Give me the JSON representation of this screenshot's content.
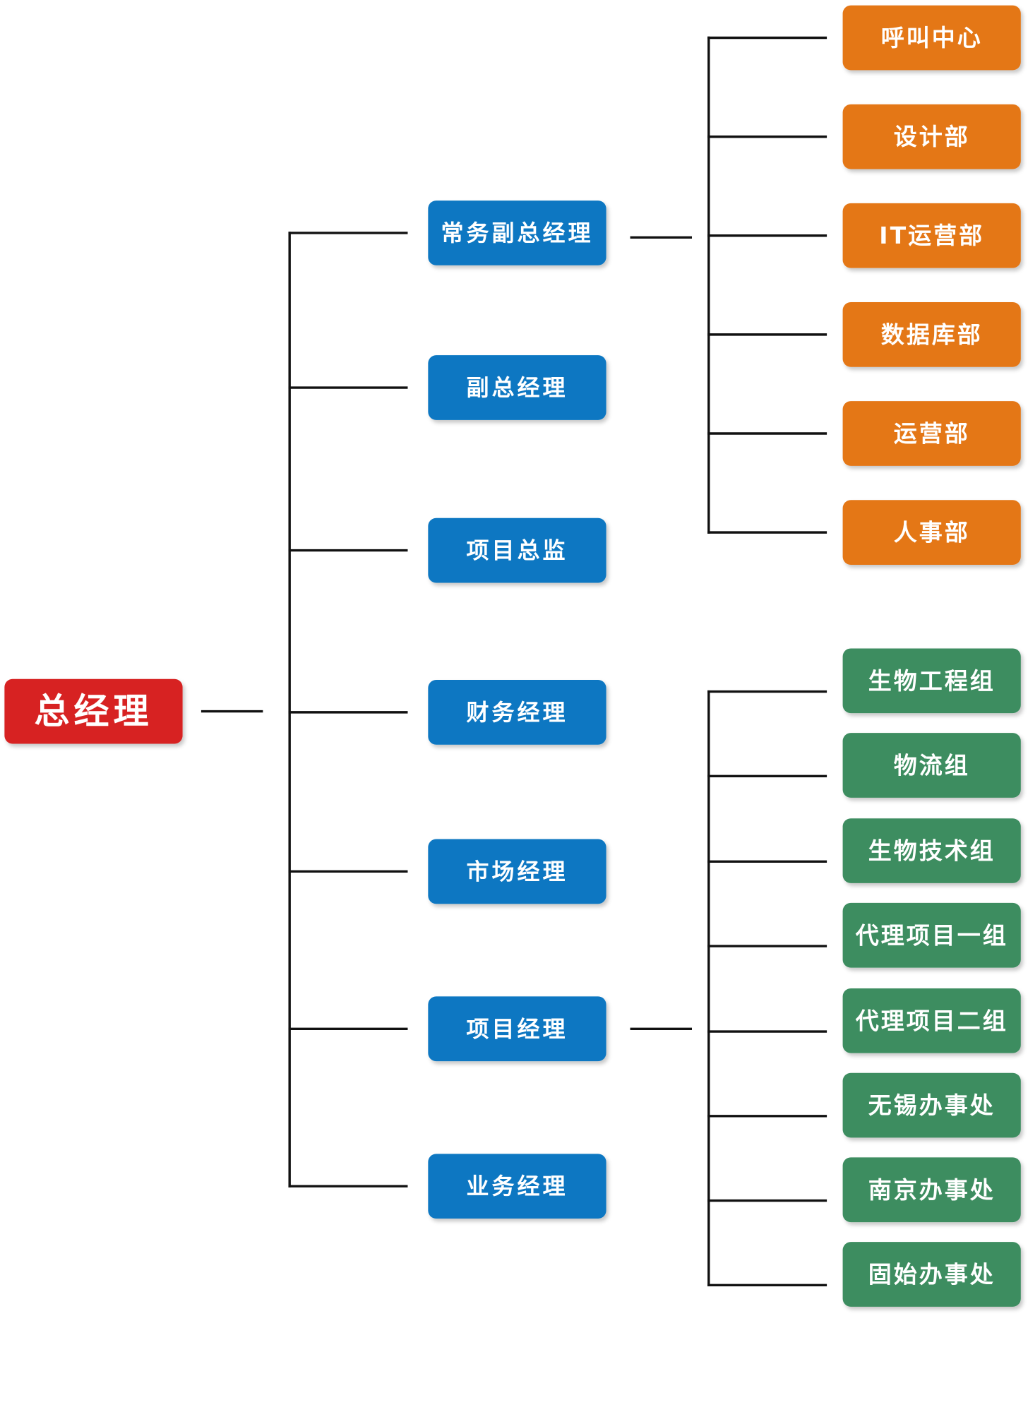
{
  "colors": {
    "root": "#d72320",
    "manager": "#0877c2",
    "admin_department": "#e47718",
    "project_group": "#3d8d60",
    "connector": "#111111"
  },
  "root": {
    "label": "总经理"
  },
  "managers": [
    {
      "label": "常务副总经理"
    },
    {
      "label": "副总经理"
    },
    {
      "label": "项目总监"
    },
    {
      "label": "财务经理"
    },
    {
      "label": "市场经理"
    },
    {
      "label": "项目经理"
    },
    {
      "label": "业务经理"
    }
  ],
  "admin_departments": {
    "parent": "常务副总经理",
    "items": [
      {
        "label": "呼叫中心"
      },
      {
        "label": "设计部"
      },
      {
        "label": "IT运营部"
      },
      {
        "label": "数据库部"
      },
      {
        "label": "运营部"
      },
      {
        "label": "人事部"
      }
    ]
  },
  "project_groups": {
    "parent": "项目经理",
    "items": [
      {
        "label": "生物工程组"
      },
      {
        "label": "物流组"
      },
      {
        "label": "生物技术组"
      },
      {
        "label": "代理项目一组"
      },
      {
        "label": "代理项目二组"
      },
      {
        "label": "无锡办事处"
      },
      {
        "label": "南京办事处"
      },
      {
        "label": "固始办事处"
      }
    ]
  }
}
